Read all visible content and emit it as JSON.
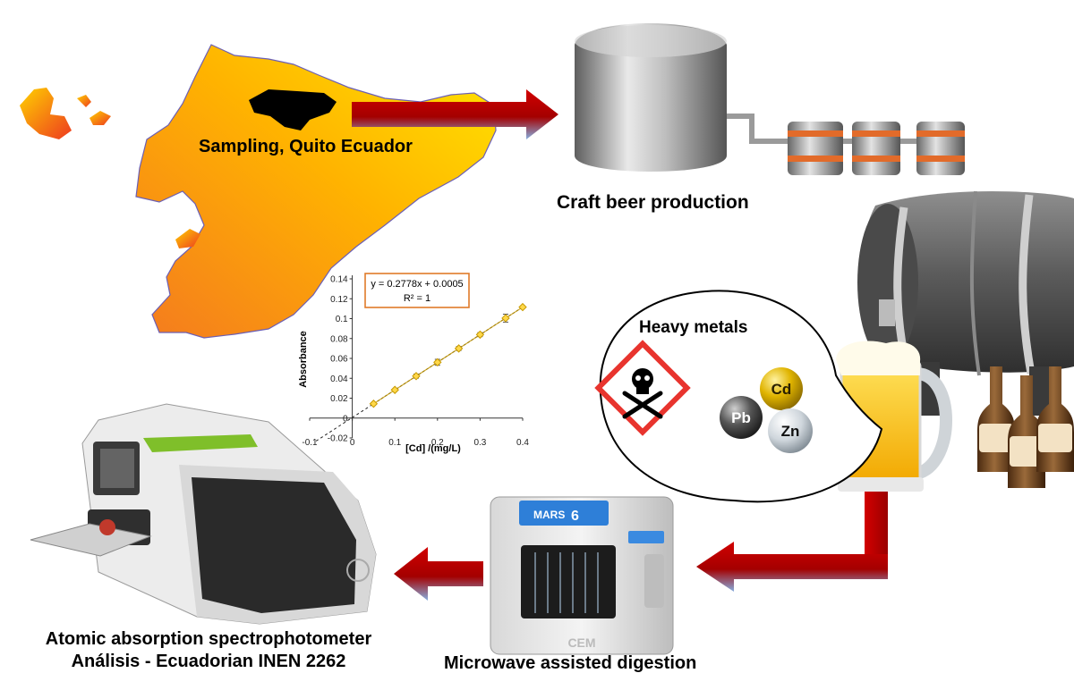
{
  "labels": {
    "sampling": "Sampling, Quito Ecuador",
    "craft_beer": "Craft beer production",
    "heavy_metals": "Heavy metals",
    "aas_line1": "Atomic absorption spectrophotometer",
    "aas_line2": "Análisis - Ecuadorian INEN 2262",
    "microwave": "Microwave assisted digestion"
  },
  "elements": [
    "Cd",
    "Pb",
    "Zn"
  ],
  "instrument_text": {
    "mars_brand": "MARS",
    "mars_number": "6",
    "cem": "CEM"
  },
  "colors": {
    "arrow_red": "#c00000",
    "arrow_blue": "#7aa7d8",
    "map_yellow": "#ffe600",
    "map_orange": "#f47a1f",
    "hazard_red": "#e8342e",
    "trendline": "#c89a00",
    "equation_box": "#e07b2a"
  },
  "chart_data": {
    "type": "scatter",
    "title": "",
    "xlabel": "[Cd] /(mg/L)",
    "ylabel": "Absorbance",
    "xlim": [
      -0.1,
      0.4
    ],
    "ylim": [
      -0.02,
      0.14
    ],
    "x_ticks": [
      "-0.1",
      "0",
      "0.1",
      "0.2",
      "0.3",
      "0.4"
    ],
    "y_ticks": [
      "-0.02",
      "0",
      "0.02",
      "0.04",
      "0.06",
      "0.08",
      "0.1",
      "0.12",
      "0.14"
    ],
    "x": [
      0.05,
      0.1,
      0.15,
      0.2,
      0.25,
      0.3,
      0.36,
      0.4
    ],
    "y": [
      0.0144,
      0.0283,
      0.0422,
      0.0561,
      0.07,
      0.0839,
      0.1005,
      0.1116
    ],
    "error": [
      0.001,
      0.001,
      0.002,
      0.003,
      0.002,
      0.002,
      0.004,
      0.001
    ],
    "trendline": {
      "slope": 0.2778,
      "intercept": 0.0005
    },
    "equation": "y = 0.2778x + 0.0005",
    "r_squared": "R² = 1",
    "grid": false,
    "legend": "none"
  }
}
